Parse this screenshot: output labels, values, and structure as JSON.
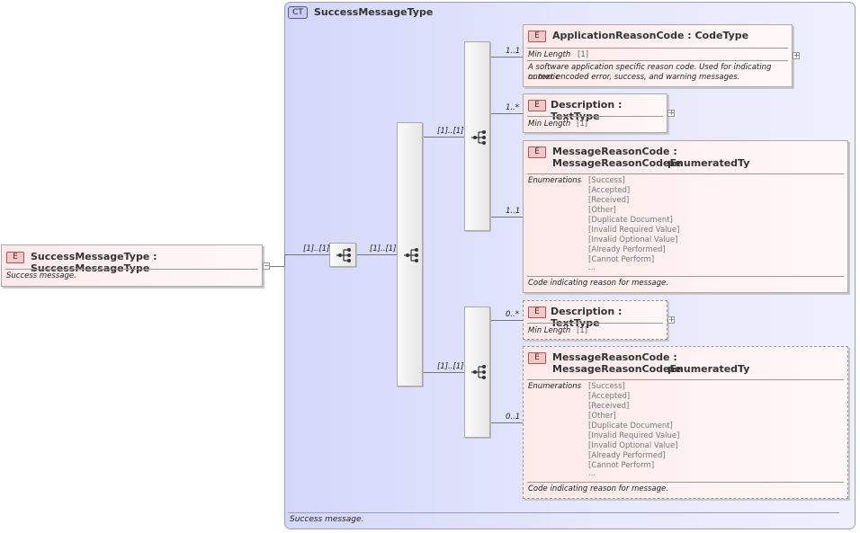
{
  "root": {
    "badge": "E",
    "title": "SuccessMessageType : SuccessMessageType",
    "doc": "Success message."
  },
  "complex_type": {
    "badge": "CT",
    "title": "SuccessMessageType",
    "doc": "Success message."
  },
  "cardinalities": {
    "root_seq": "[1]..[1]",
    "outer_seq": "[1]..[1]",
    "upper_seq": "[1]..[1]",
    "lower_seq": "[1]..[1]",
    "app_reason": "1..1",
    "description1": "1..*",
    "msg_reason1": "1..1",
    "description2": "0..*",
    "msg_reason2": "0..1"
  },
  "elements": {
    "app_reason": {
      "badge": "E",
      "title": "ApplicationReasonCode : CodeType",
      "facet_label": "Min Length",
      "facet_value": "[1]",
      "doc_line1": "A software application specific reason code. Used for indicating numeric",
      "doc_line2": "or text encoded error, success, and warning messages."
    },
    "description1": {
      "badge": "E",
      "title": "Description : TextType",
      "facet_label": "Min Length",
      "facet_value": "[1]"
    },
    "msg_reason1": {
      "badge": "E",
      "title_line1": "MessageReasonCode : MessageReasonCodeEnumeratedTy",
      "title_line2": "pe",
      "facet_label": "Enumerations",
      "enumerations": [
        "[Success]",
        "[Accepted]",
        "[Received]",
        "[Other]",
        "[Duplicate Document]",
        "[Invalid Required Value]",
        "[Invalid Optional Value]",
        "[Already Performed]",
        "[Cannot Perform]",
        "..."
      ],
      "doc": "Code indicating reason for message."
    },
    "description2": {
      "badge": "E",
      "title": "Description : TextType",
      "facet_label": "Min Length",
      "facet_value": "[1]"
    },
    "msg_reason2": {
      "badge": "E",
      "title_line1": "MessageReasonCode : MessageReasonCodeEnumeratedTy",
      "title_line2": "pe",
      "facet_label": "Enumerations",
      "enumerations": [
        "[Success]",
        "[Accepted]",
        "[Received]",
        "[Other]",
        "[Duplicate Document]",
        "[Invalid Required Value]",
        "[Invalid Optional Value]",
        "[Already Performed]",
        "[Cannot Perform]",
        "..."
      ],
      "doc": "Code indicating reason for message."
    }
  },
  "expand_symbol": "+",
  "collapse_symbol": "−"
}
